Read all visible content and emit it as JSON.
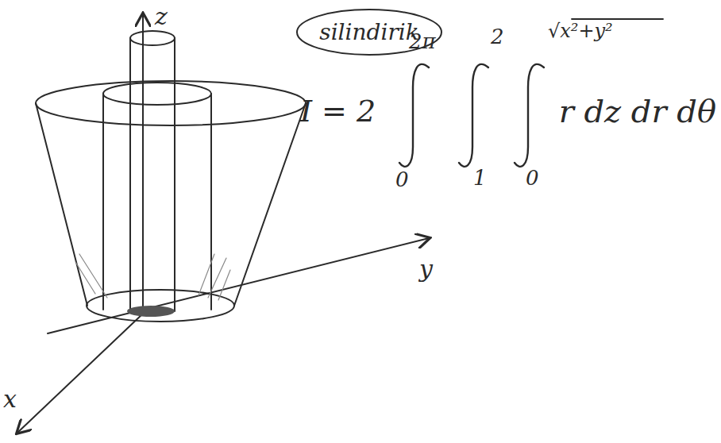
{
  "diagram": {
    "nodes": [
      {
        "text": [
          "silindirik"
        ]
      }
    ],
    "labels": [
      "z",
      "y",
      "x",
      "I = 2",
      "2π",
      "2",
      "√x²+y²",
      "0",
      "1",
      "0",
      "r dz dr dθ"
    ]
  }
}
